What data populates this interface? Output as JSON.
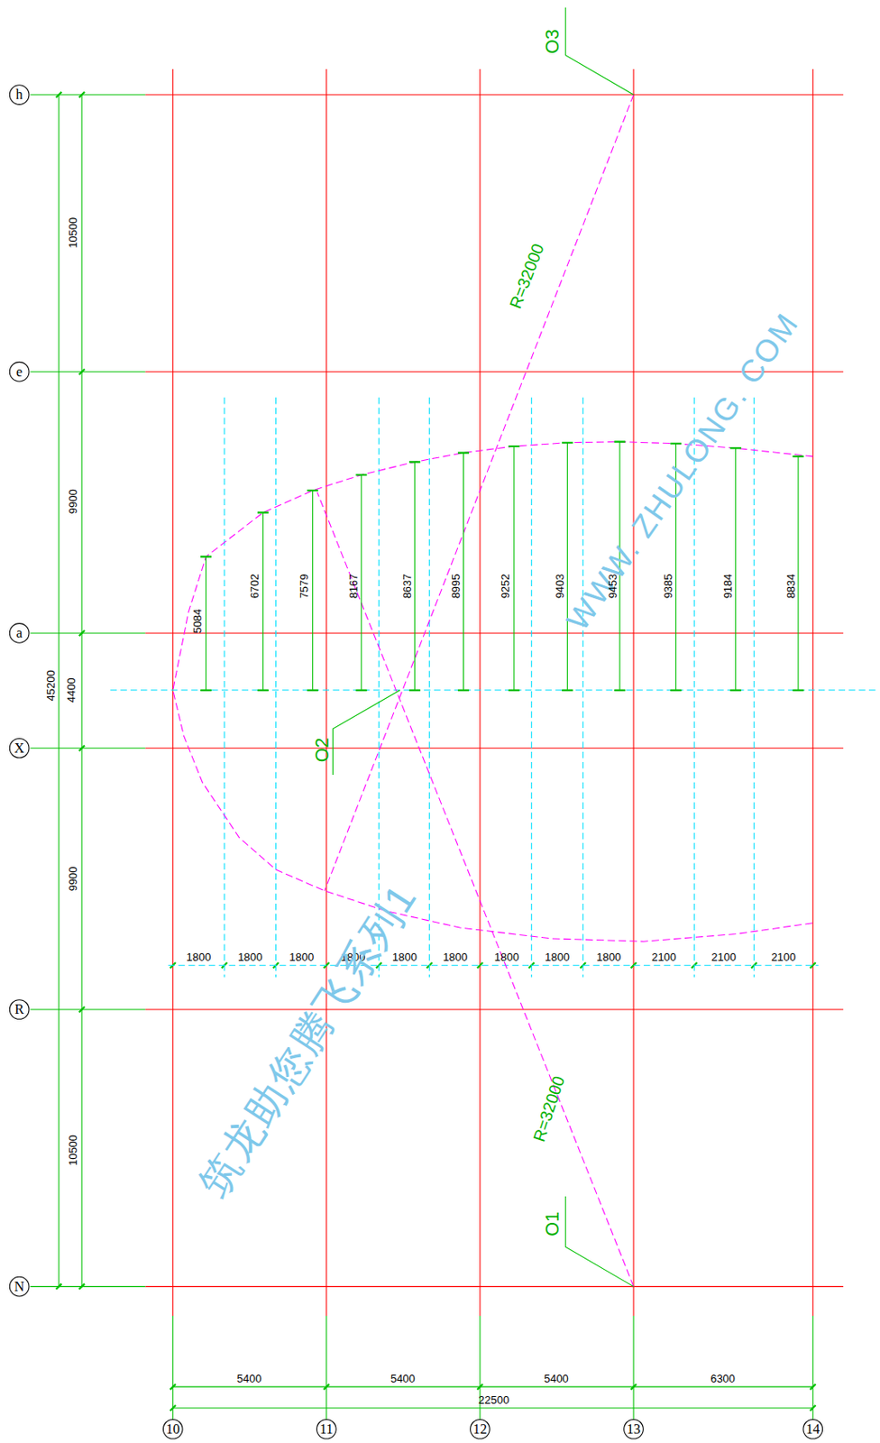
{
  "diagram": {
    "nodes": [
      {
        "text": [
          "h"
        ]
      },
      {
        "text": [
          "e"
        ]
      },
      {
        "text": [
          "a"
        ]
      },
      {
        "text": [
          "X"
        ]
      },
      {
        "text": [
          "R"
        ]
      },
      {
        "text": [
          "N"
        ]
      },
      {
        "text": [
          "10"
        ]
      },
      {
        "text": [
          "11"
        ]
      },
      {
        "text": [
          "12"
        ]
      },
      {
        "text": [
          "13"
        ]
      },
      {
        "text": [
          "14"
        ]
      }
    ],
    "labels": [
      "O3",
      "R=32000",
      "WWW. ZHULONG. COM",
      "45200",
      "10500",
      "9900",
      "4400",
      "9900",
      "10500",
      "5084",
      "6702",
      "7579",
      "8167",
      "8637",
      "8995",
      "9252",
      "9403",
      "9453",
      "9385",
      "9184",
      "8834",
      "O2",
      "1800",
      "1800",
      "1800",
      "1800",
      "1800",
      "1800",
      "1800",
      "1800",
      "1800",
      "2100",
      "2100",
      "2100",
      "R=32000",
      "筑龙助您腾飞系列1",
      "O1",
      "5400",
      "5400",
      "5400",
      "6300",
      "22500"
    ]
  }
}
